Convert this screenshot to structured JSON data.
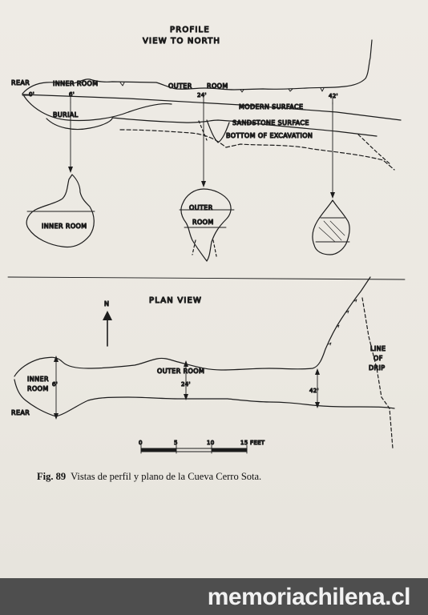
{
  "profile": {
    "title_line1": "PROFILE",
    "title_line2": "VIEW TO NORTH",
    "rear_label": "REAR",
    "inner_room_label": "INNER ROOM",
    "outer_room_label": "OUTER",
    "outer_room_label2": "ROOM",
    "burial_label": "BURIAL",
    "modern_surface_label": "MODERN SURFACE",
    "sandstone_surface_label": "SANDSTONE SURFACE",
    "bottom_excavation_label": "BOTTOM OF EXCAVATION",
    "distance_labels": [
      "0'",
      "6'",
      "24'",
      "42'"
    ]
  },
  "sections": {
    "inner_room_label": "INNER ROOM",
    "outer_label": "OUTER",
    "room_label": "ROOM"
  },
  "plan": {
    "title": "PLAN VIEW",
    "north_label": "N",
    "inner_room_line1": "INNER",
    "inner_room_line2": "ROOM",
    "outer_room_label": "OUTER ROOM",
    "rear_label": "REAR",
    "line_of_drip": [
      "LINE",
      "OF",
      "DRIP"
    ],
    "distance_labels": [
      "6'",
      "24'",
      "42'"
    ],
    "scale_ticks": [
      "0",
      "5",
      "10",
      "15 FEET"
    ]
  },
  "caption": {
    "number": "Fig. 89",
    "text": "Vistas de perfil y plano de la Cueva Cerro Sota."
  },
  "footer": {
    "brand": "memoriachilena.cl"
  }
}
